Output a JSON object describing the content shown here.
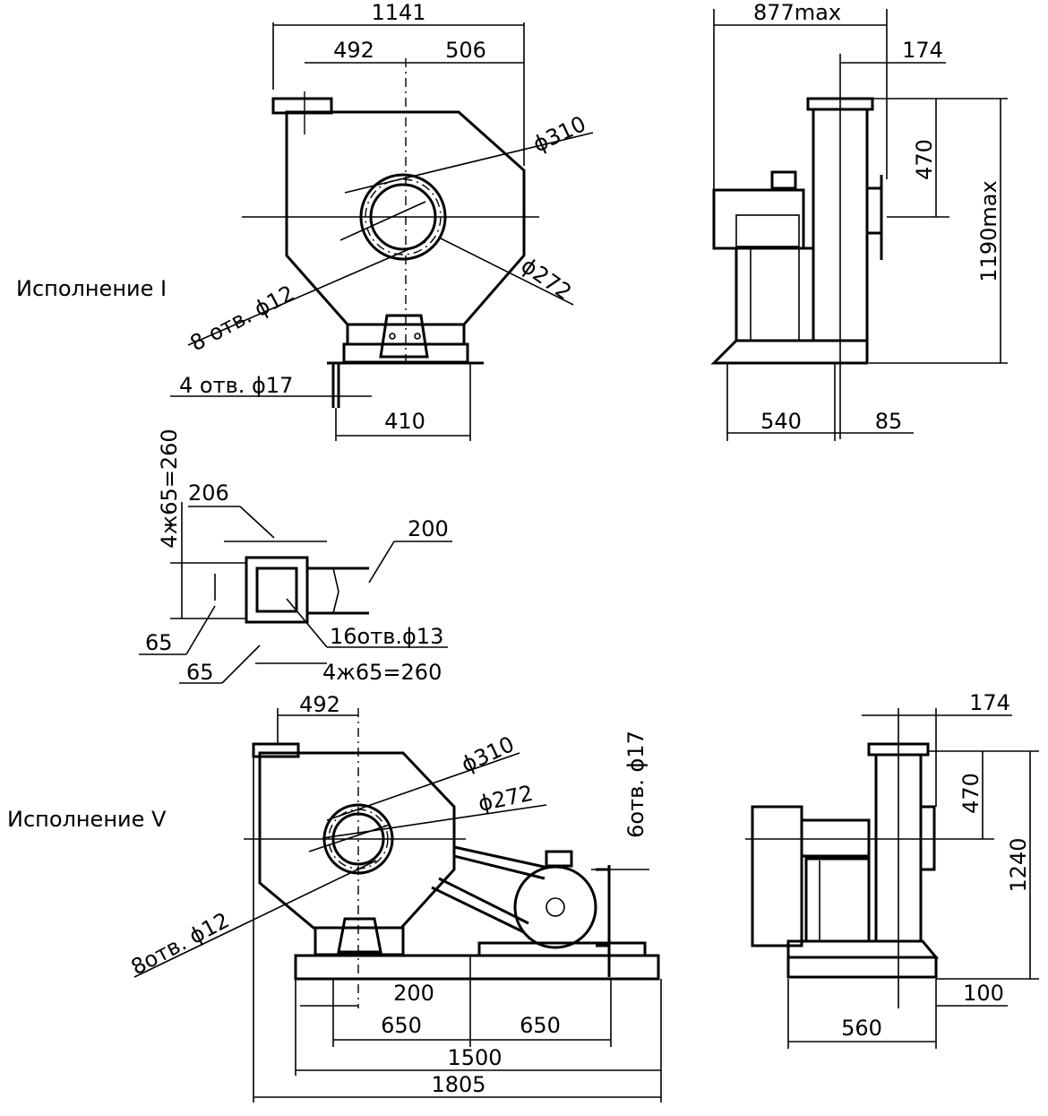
{
  "labels": {
    "variant_1": "Исполнение I",
    "variant_5": "Исполнение V"
  },
  "view_1_front": {
    "d_1141": "1141",
    "d_492": "492",
    "d_506": "506",
    "d_310": "ϕ310",
    "d_272": "ϕ272",
    "holes_8": "8 отв. ϕ12",
    "holes_4": "4 отв.  ϕ17",
    "d_410": "410"
  },
  "view_1_side": {
    "d_877": "877max",
    "d_174": "174",
    "d_470": "470",
    "d_1190": "1190max",
    "d_540": "540",
    "d_85": "85"
  },
  "flange": {
    "d_206": "206",
    "d_200": "200",
    "d_4x65_v": "4ж65=260",
    "d_65_a": "65",
    "d_65_b": "65",
    "holes_16": "16отв.ϕ13",
    "d_4x65_h": "4ж65=260"
  },
  "view_5_front": {
    "d_492": "492",
    "d_310": "ϕ310",
    "d_272": "ϕ272",
    "holes_6": "6отв.  ϕ17",
    "holes_8": "8отв.  ϕ12",
    "d_200": "200",
    "d_650_a": "650",
    "d_650_b": "650",
    "d_1500": "1500",
    "d_1805": "1805"
  },
  "view_5_side": {
    "d_174": "174",
    "d_470": "470",
    "d_1240": "1240",
    "d_100": "100",
    "d_560": "560"
  }
}
